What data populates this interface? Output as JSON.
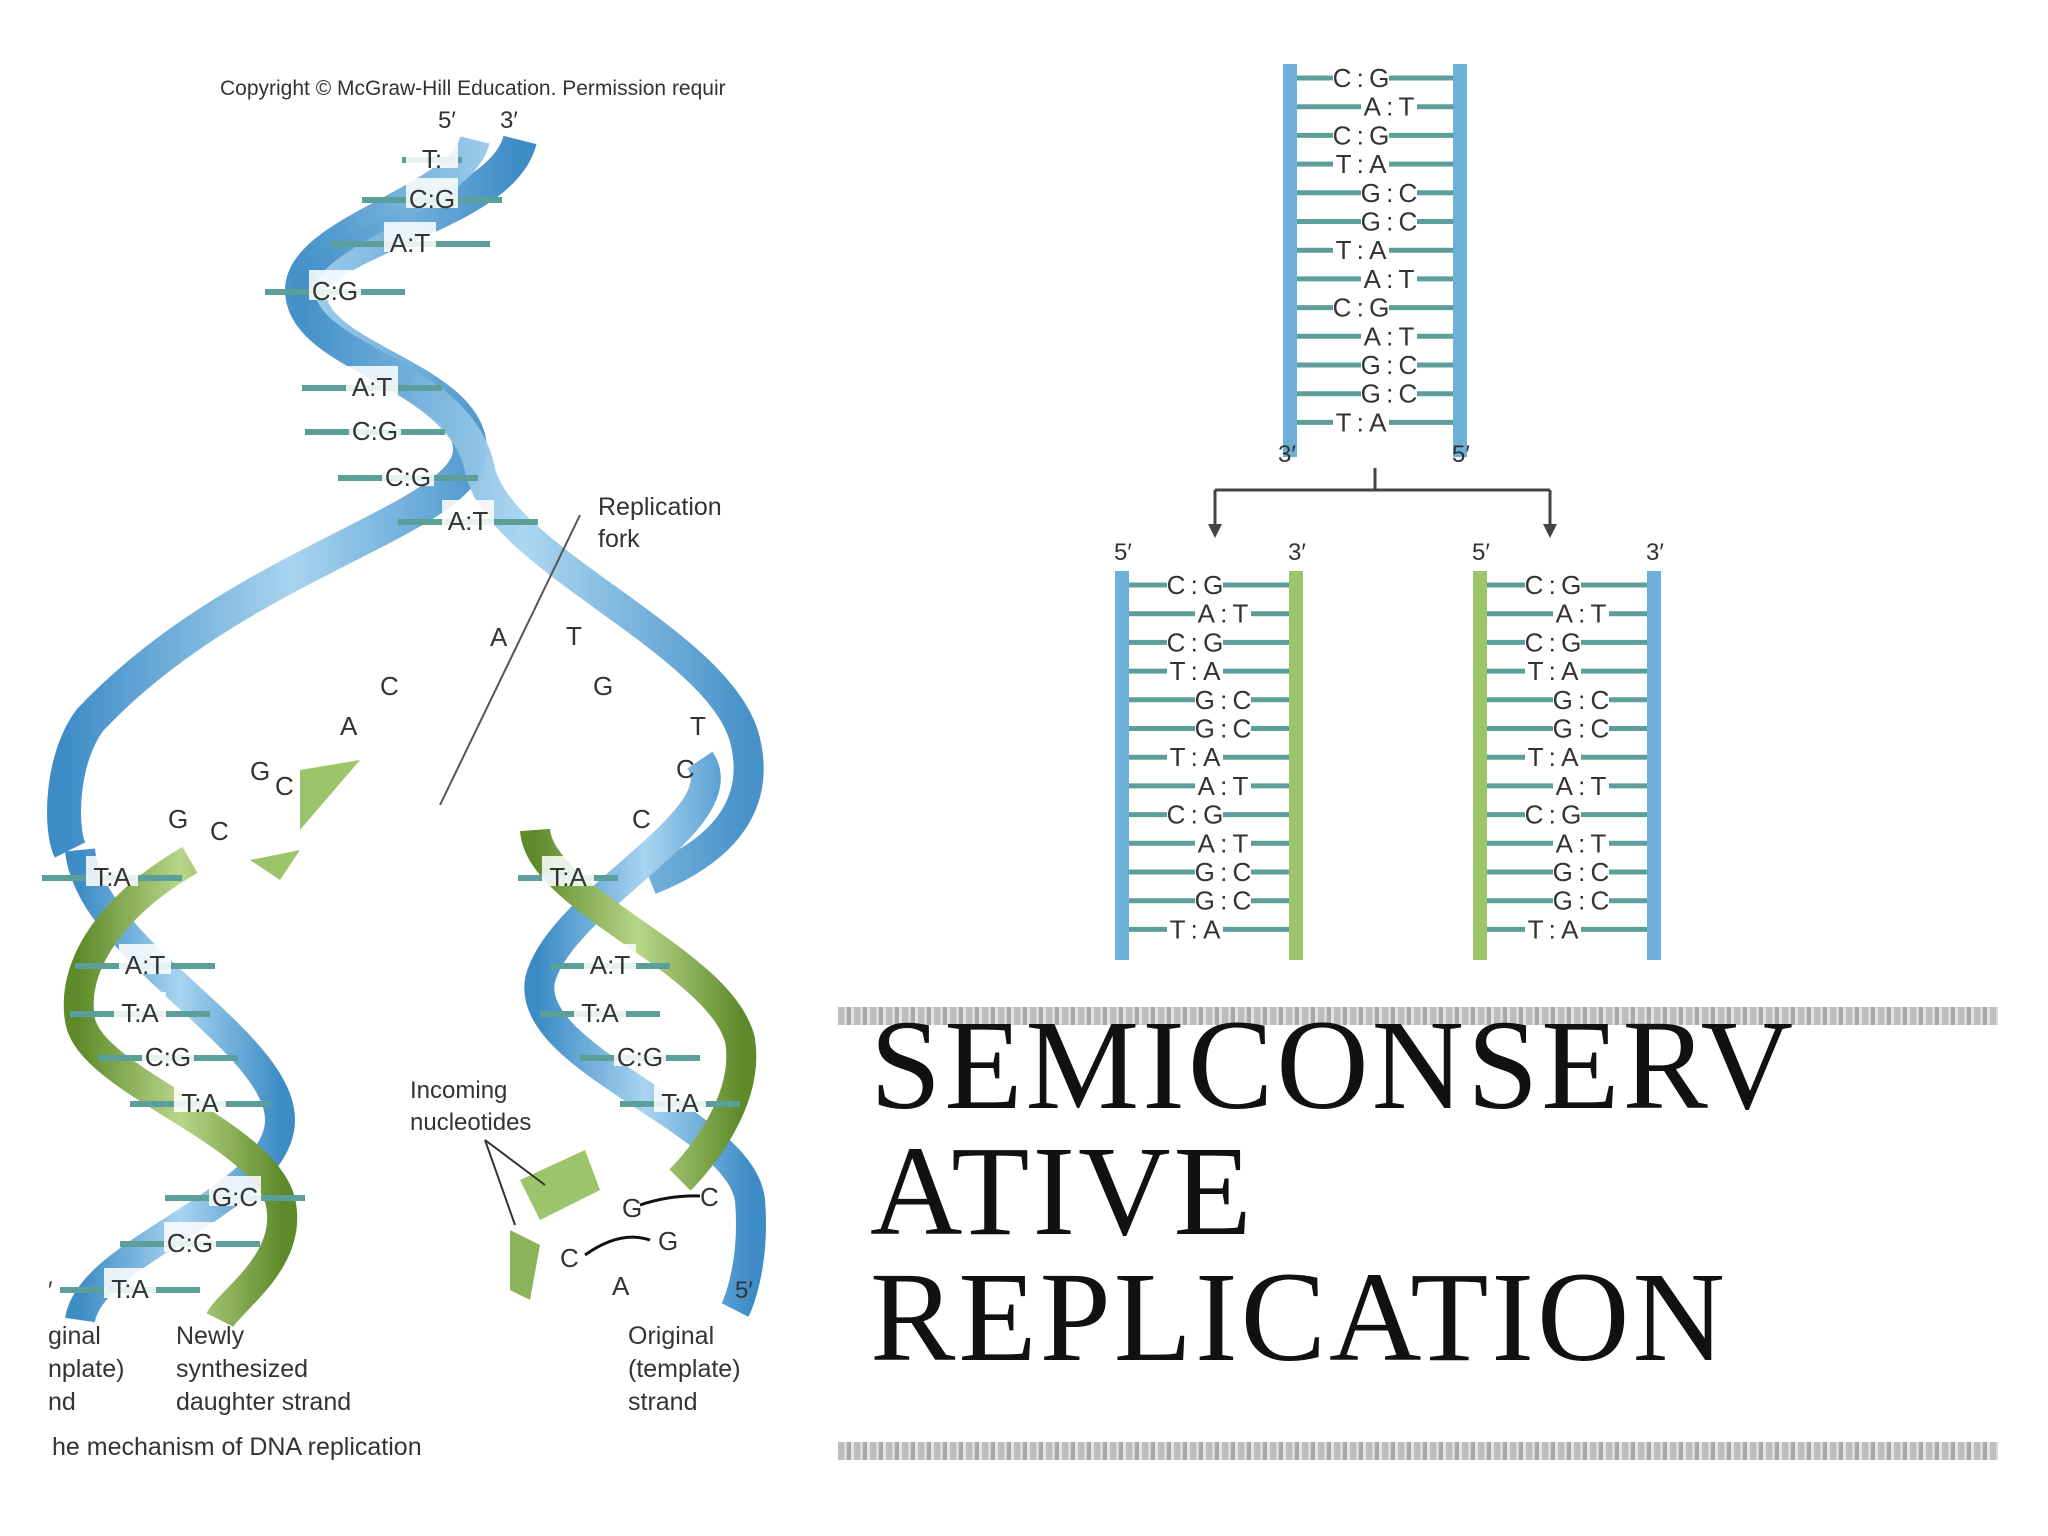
{
  "left_figure": {
    "copyright": "Copyright © McGraw-Hill Education. Permission requir",
    "top_end_5": "5′",
    "top_end_3": "3′",
    "replication_fork": [
      "Replication",
      "fork"
    ],
    "incoming_nucleotides": [
      "Incoming",
      "nucleotides"
    ],
    "label_original_left": [
      "ginal",
      "nplate)",
      "nd"
    ],
    "label_daughter": [
      "Newly",
      "synthesized",
      "daughter strand"
    ],
    "label_original_right": [
      "Original",
      "(template)",
      "strand"
    ],
    "bottom_end_5": "5′",
    "bottom_end_3": "′",
    "caption": "he mechanism of DNA replication",
    "upper_pairs": [
      "T:",
      "C:G",
      "A:T",
      "C:G",
      "A:T",
      "C:G",
      "C:G",
      "A:T"
    ],
    "left_free_bases": [
      "A",
      "C",
      "A",
      "G",
      "G"
    ],
    "left_new_bases": [
      "C",
      "C"
    ],
    "right_free_bases": [
      "T",
      "G",
      "T",
      "C",
      "C"
    ],
    "left_lower_pairs": [
      "T:A",
      "A:T",
      "T:A",
      "C:G",
      "T:A",
      "G:C",
      "C:G",
      "T:A"
    ],
    "right_lower_pairs": [
      "T:A",
      "A:T",
      "T:A",
      "C:G",
      "T:A"
    ],
    "incoming_pairs": [
      "G",
      "C",
      "C",
      "G",
      "A"
    ]
  },
  "right_figure": {
    "parent_pairs": [
      "C:G",
      "A:T",
      "C:G",
      "T:A",
      "G:C",
      "G:C",
      "T:A",
      "A:T",
      "C:G",
      "A:T",
      "G:C",
      "G:C",
      "T:A"
    ],
    "parent_bottom_3": "3′",
    "parent_bottom_5": "5′",
    "daughter_left_5": "5′",
    "daughter_left_3": "3′",
    "daughter_right_5": "5′",
    "daughter_right_3": "3′",
    "colors": {
      "blue": "#6cb0d8",
      "green": "#9cc46a",
      "rung": "#5c9f9a"
    }
  },
  "title": [
    "SEMICONSERV",
    "ATIVE",
    "REPLICATION"
  ]
}
